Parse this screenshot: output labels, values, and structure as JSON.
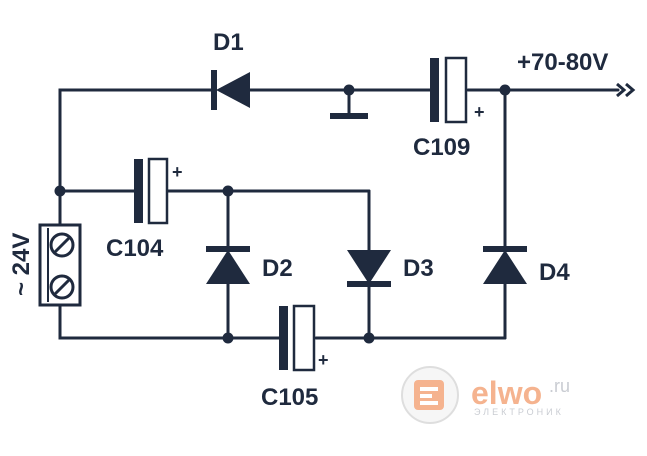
{
  "diagram": {
    "labels": {
      "d1": "D1",
      "d2": "D2",
      "d3": "D3",
      "d4": "D4",
      "c104": "C104",
      "c105": "C105",
      "c109": "C109",
      "output": "+70-80V",
      "input": "~ 24V",
      "plus": "+"
    }
  },
  "watermark": {
    "brand_main": "elwo",
    "brand_suffix": ".ru",
    "tagline": "ЭЛЕКТРОНИК",
    "colors": {
      "orange": "#f29a6a",
      "gray": "#b8bcc4"
    }
  }
}
